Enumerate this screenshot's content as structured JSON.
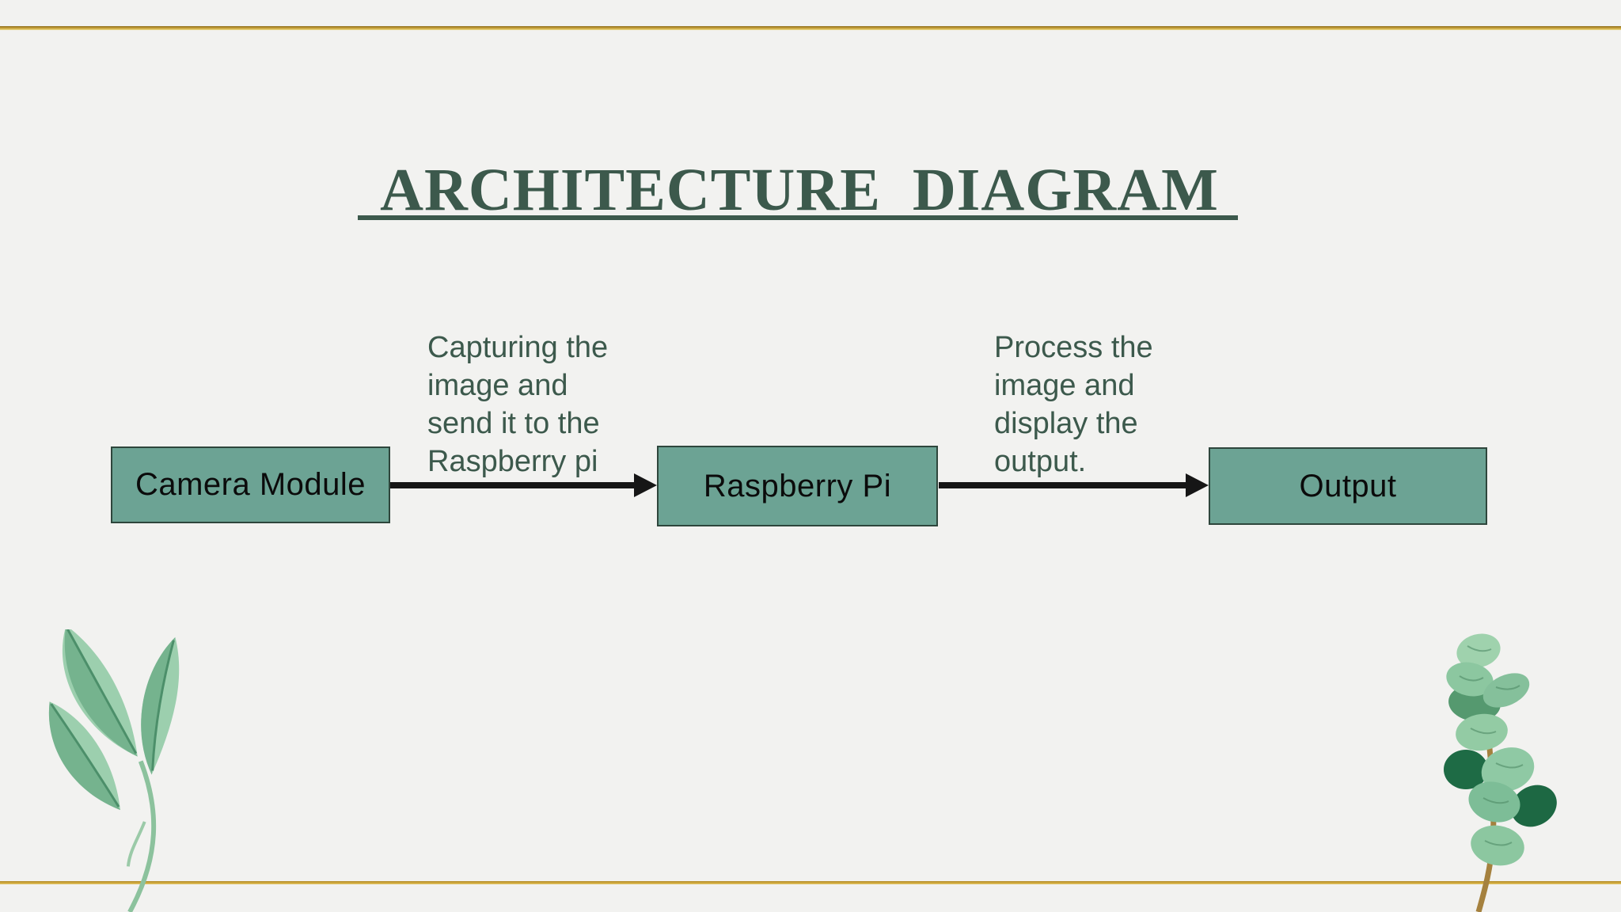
{
  "slide": {
    "title": "ARCHITECTURE  DIAGRAM"
  },
  "diagram": {
    "nodes": [
      {
        "label": "Camera Module"
      },
      {
        "label": "Raspberry Pi"
      },
      {
        "label": "Output"
      }
    ],
    "edges": [
      {
        "from": "Camera Module",
        "to": "Raspberry Pi",
        "label_lines": [
          "Capturing the",
          "image and",
          "send it to the",
          "Raspberry pi"
        ]
      },
      {
        "from": "Raspberry Pi",
        "to": "Output",
        "label_lines": [
          "Process the",
          "image and",
          "display the",
          "output."
        ]
      }
    ]
  },
  "colors": {
    "background": "#f2f2f0",
    "accent_gold": "#c79f35",
    "heading_green": "#3c594c",
    "node_fill": "#6ca394",
    "node_border": "#2e463c",
    "arrow_black": "#161616",
    "node_text": "#0b0b0b"
  }
}
